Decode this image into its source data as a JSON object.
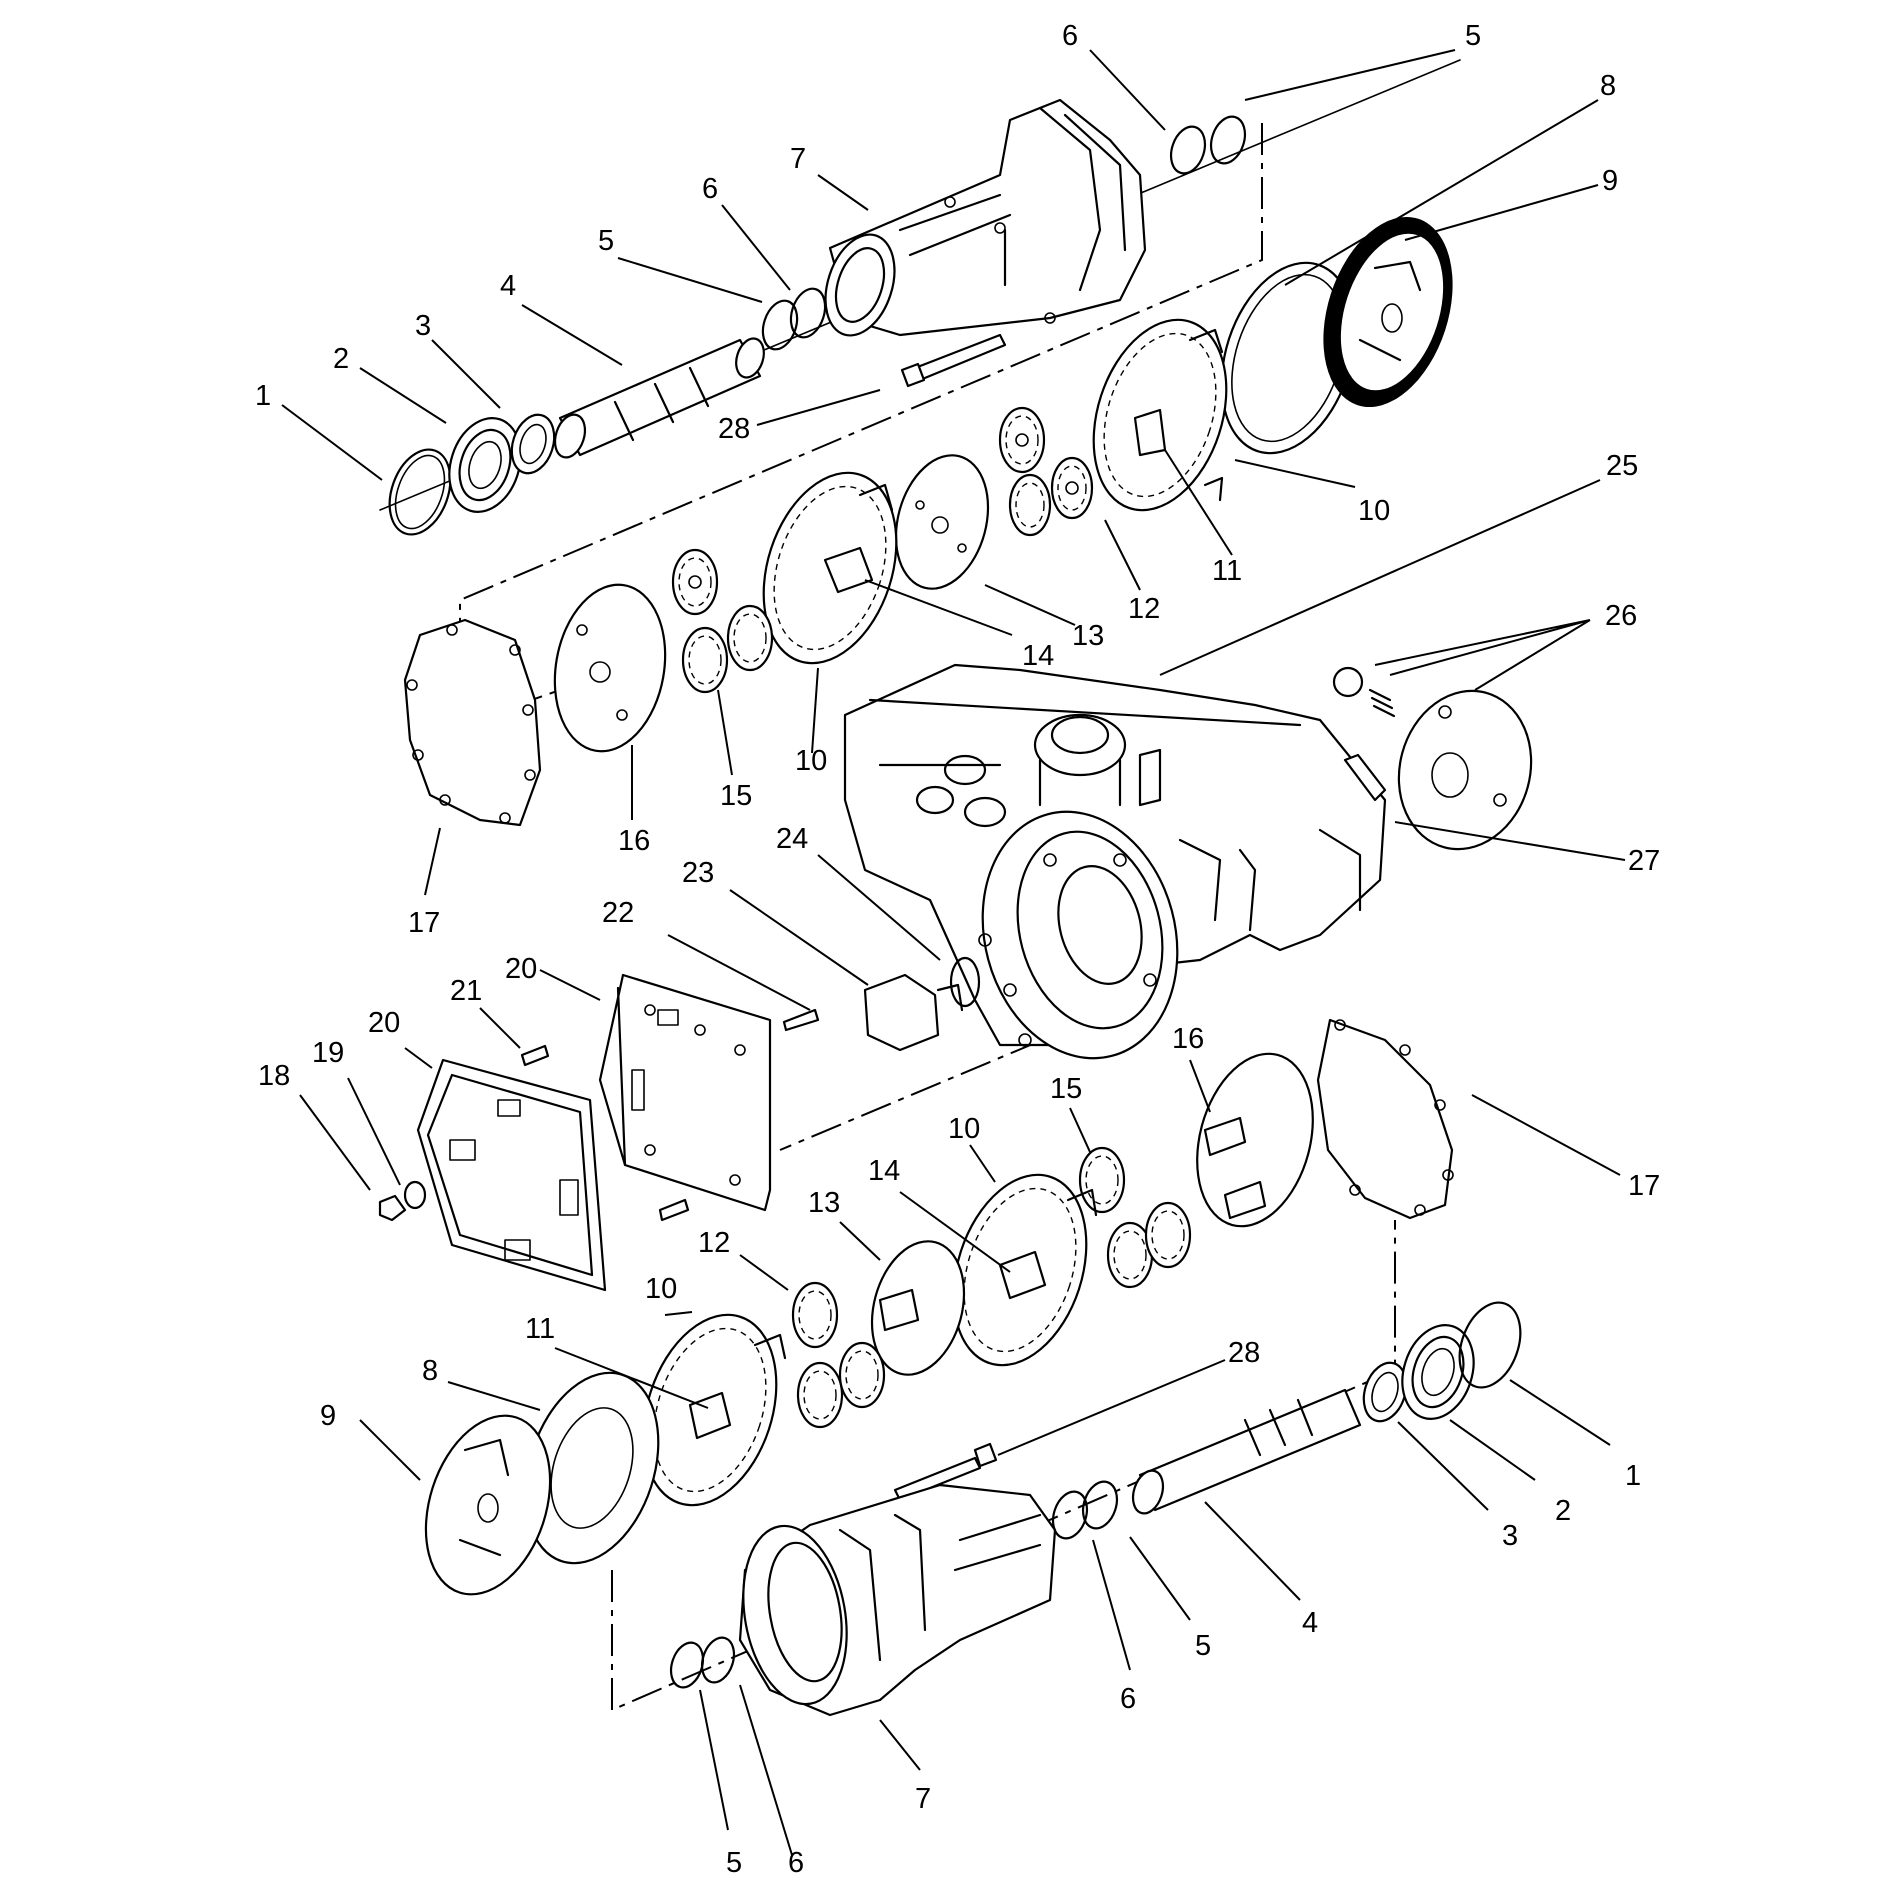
{
  "callouts": {
    "c01": "6",
    "c02": "5",
    "c03": "8",
    "c04": "9",
    "c05": "7",
    "c06": "6",
    "c07": "5",
    "c08": "4",
    "c09": "3",
    "c10": "2",
    "c11": "1",
    "c12": "28",
    "c13": "10",
    "c14": "11",
    "c15": "12",
    "c16": "13",
    "c17": "14",
    "c18": "25",
    "c19": "26",
    "c20": "27",
    "c21": "10",
    "c22": "15",
    "c23": "16",
    "c24": "17",
    "c25": "24",
    "c26": "23",
    "c27": "22",
    "c28": "20",
    "c29": "21",
    "c30": "20",
    "c31": "19",
    "c32": "18",
    "c33": "16",
    "c34": "15",
    "c35": "10",
    "c36": "14",
    "c37": "13",
    "c38": "12",
    "c39": "10",
    "c40": "11",
    "c41": "8",
    "c42": "9",
    "c43": "17",
    "c44": "28",
    "c45": "1",
    "c46": "2",
    "c47": "3",
    "c48": "4",
    "c49": "5",
    "c50": "6",
    "c51": "7",
    "c52": "5",
    "c53": "6"
  }
}
